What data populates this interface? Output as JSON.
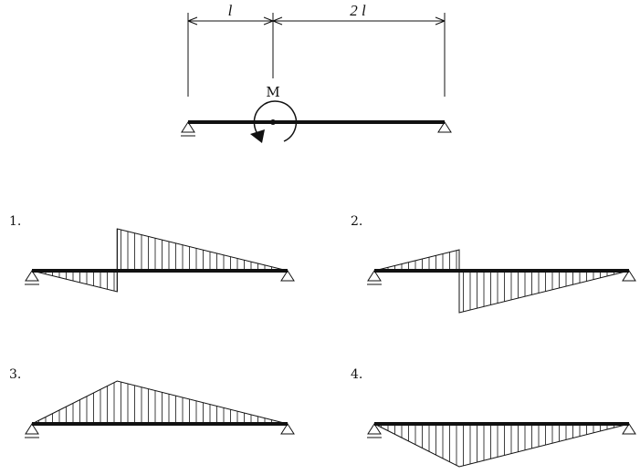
{
  "top": {
    "dim_left": "l",
    "dim_right": "2 l",
    "moment_label": "M"
  },
  "options": [
    {
      "label": "1.",
      "shape": "A",
      "sign": 1
    },
    {
      "label": "2.",
      "shape": "A",
      "sign": -1
    },
    {
      "label": "3.",
      "shape": "B",
      "sign": 1
    },
    {
      "label": "4.",
      "shape": "B",
      "sign": -1
    }
  ],
  "colors": {
    "ink": "#111111"
  }
}
